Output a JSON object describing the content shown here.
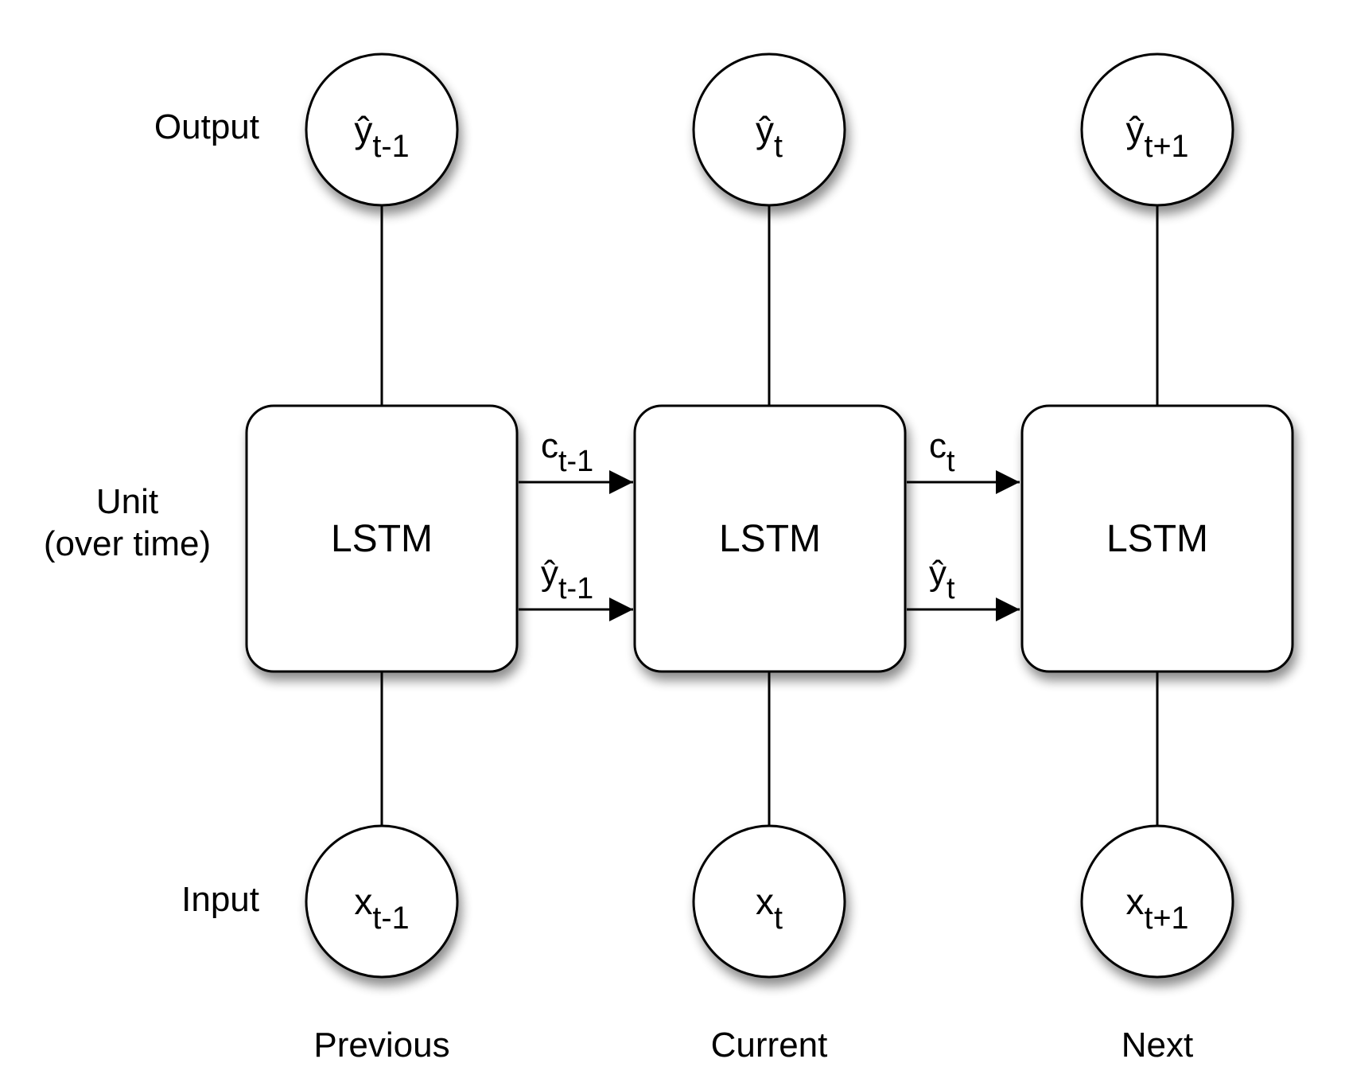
{
  "rows": {
    "output_label": "Output",
    "unit_label_line1": "Unit",
    "unit_label_line2": "(over time)",
    "input_label": "Input"
  },
  "steps": [
    {
      "label": "Previous",
      "output": {
        "base": "ŷ",
        "sub": "t-1"
      },
      "unit": "LSTM",
      "input": {
        "base": "x",
        "sub": "t-1"
      }
    },
    {
      "label": "Current",
      "output": {
        "base": "ŷ",
        "sub": "t"
      },
      "unit": "LSTM",
      "input": {
        "base": "x",
        "sub": "t"
      }
    },
    {
      "label": "Next",
      "output": {
        "base": "ŷ",
        "sub": "t+1"
      },
      "unit": "LSTM",
      "input": {
        "base": "x",
        "sub": "t+1"
      }
    }
  ],
  "transitions": [
    {
      "cell": {
        "base": "c",
        "sub": "t-1"
      },
      "hidden": {
        "base": "ŷ",
        "sub": "t-1"
      }
    },
    {
      "cell": {
        "base": "c",
        "sub": "t"
      },
      "hidden": {
        "base": "ŷ",
        "sub": "t"
      }
    }
  ]
}
